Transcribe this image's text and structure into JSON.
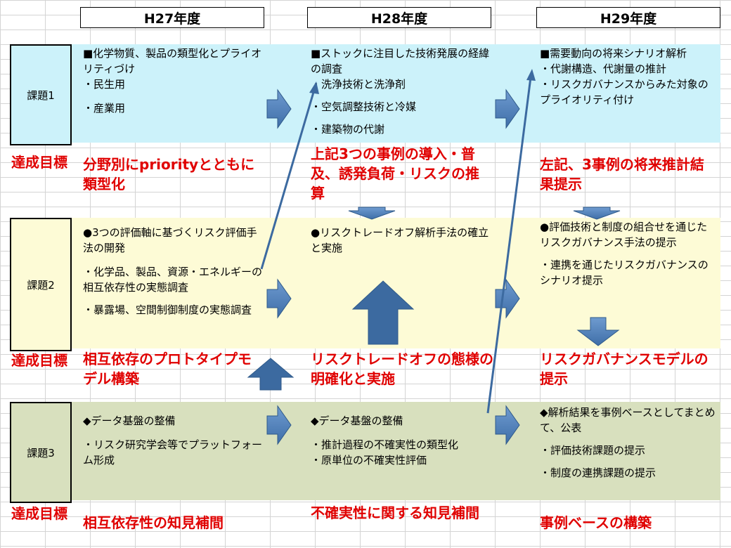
{
  "years": [
    "H27年度",
    "H28年度",
    "H29年度"
  ],
  "rows": [
    {
      "task": "課題1",
      "target_label": "達成目標",
      "cells": [
        [
          "■化学物質、製品の類型化とプライオリティづけ",
          "・民生用",
          "・産業用"
        ],
        [
          "■ストックに注目した技術発展の経緯の調査",
          "・洗浄技術と洗浄剤",
          "・空気調整技術と冷媒",
          "・建築物の代謝"
        ],
        [
          "■需要動向の将来シナリオ解析",
          "・代謝構造、代謝量の推計",
          "・リスクガバナンスからみた対象のプライオリティ付け"
        ]
      ],
      "targets": [
        "分野別にpriorityとともに類型化",
        "上記3つの事例の導入・普及、誘発負荷・リスクの推算",
        "左記、3事例の将来推計結果提示"
      ]
    },
    {
      "task": "課題2",
      "target_label": "達成目標",
      "cells": [
        [
          "●3つの評価軸に基づくリスク評価手法の開発",
          "・化学品、製品、資源・エネルギーの相互依存性の実態調査",
          "・暴露場、空間制御制度の実態調査"
        ],
        [
          "●リスクトレードオフ解析手法の確立と実施"
        ],
        [
          "●評価技術と制度の組合せを通じたリスクガバナンス手法の提示",
          "・連携を通じたリスクガバナンスのシナリオ提示"
        ]
      ],
      "targets": [
        "相互依存のプロトタイプモデル構築",
        "リスクトレードオフの態様の明確化と実施",
        "リスクガバナンスモデルの提示"
      ]
    },
    {
      "task": "課題3",
      "target_label": "達成目標",
      "cells": [
        [
          "◆データ基盤の整備",
          "・リスク研究学会等でプラットフォーム形成"
        ],
        [
          "◆データ基盤の整備",
          "・推計過程の不確実性の類型化",
          "・原単位の不確実性評価"
        ],
        [
          "◆解析結果を事例ベースとしてまとめて、公表",
          "・評価技術課題の提示",
          "・制度の連携課題の提示"
        ]
      ],
      "targets": [
        "相互依存性の知見補間",
        "不確実性に関する知見補間",
        "事例ベースの構築"
      ]
    }
  ],
  "colors": {
    "row1_band": "#ccf2fa",
    "row2_band": "#fdfbd6",
    "row3_band": "#d8e0be",
    "target_text": "#e00000",
    "arrow_fill": "#4f81bd",
    "arrow_dark": "#2f5a8a"
  }
}
